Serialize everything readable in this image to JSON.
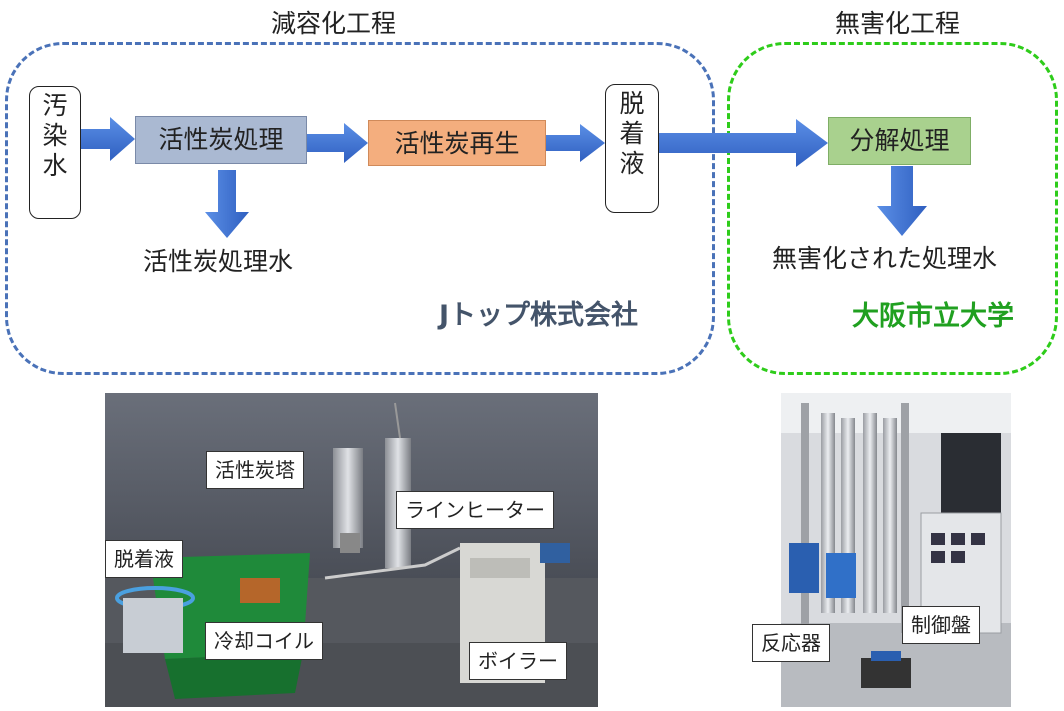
{
  "sections": {
    "reduction_title": "減容化工程",
    "detox_title": "無害化工程"
  },
  "flow": {
    "contaminated_water": [
      "汚",
      "染",
      "水"
    ],
    "activated_carbon_treatment": "活性炭処理",
    "activated_carbon_regeneration": "活性炭再生",
    "desorption_liquid": [
      "脱",
      "着",
      "液"
    ],
    "decomposition": "分解処理",
    "treated_water_carbon": "活性炭処理水",
    "treated_water_detox": "無害化された処理水"
  },
  "organizations": {
    "left": "Jトップ株式会社",
    "right": "大阪市立大学"
  },
  "photo_left_labels": {
    "carbon_tower": "活性炭塔",
    "line_heater": "ラインヒーター",
    "desorption": "脱着液",
    "cooling_coil": "冷却コイル",
    "boiler": "ボイラー"
  },
  "photo_right_labels": {
    "control_panel": "制御盤",
    "reactor": "反応器"
  },
  "colors": {
    "left_dash": "#4a72b8",
    "right_dash": "#2ecc1a",
    "org_left": "#44546a",
    "org_right": "#20a020",
    "arrow": "#3a6fd0",
    "carbon_box": "#aab9d2",
    "regen_box": "#f4ae7e",
    "decomp_box": "#a9d18e"
  }
}
